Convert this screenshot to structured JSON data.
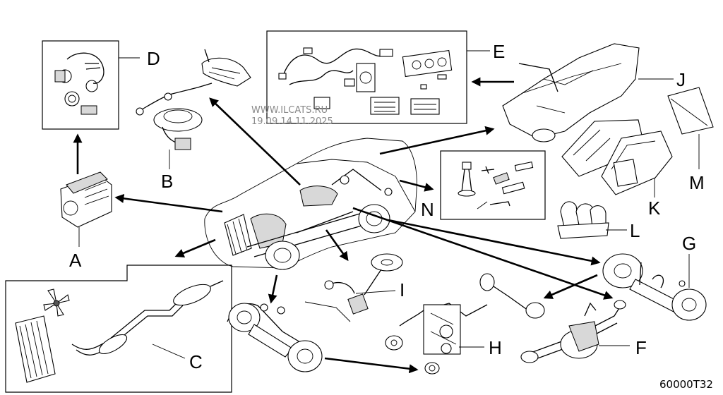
{
  "diagram": {
    "labels": [
      "A",
      "B",
      "C",
      "D",
      "E",
      "F",
      "G",
      "H",
      "I",
      "J",
      "K",
      "L",
      "M",
      "N"
    ],
    "watermark_site": "WWW.ILCATS.RU",
    "watermark_date": "19.09.14 11.2025",
    "figure_code": "60000T32"
  }
}
